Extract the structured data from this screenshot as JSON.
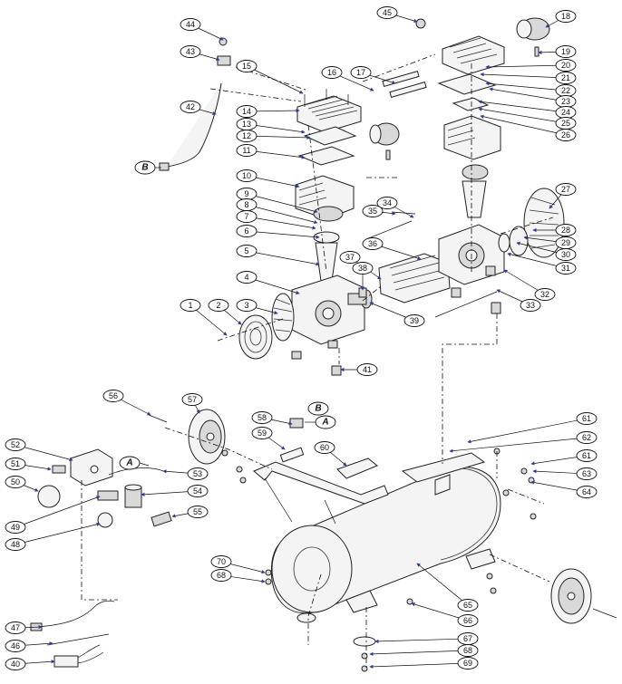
{
  "figure": {
    "connectors": [
      "A",
      "B"
    ],
    "callouts": [
      "1",
      "2",
      "3",
      "4",
      "5",
      "6",
      "7",
      "8",
      "9",
      "10",
      "11",
      "12",
      "13",
      "14",
      "15",
      "16",
      "17",
      "18",
      "19",
      "20",
      "21",
      "22",
      "23",
      "24",
      "25",
      "26",
      "27",
      "28",
      "29",
      "30",
      "31",
      "32",
      "33",
      "34",
      "35",
      "36",
      "37",
      "38",
      "39",
      "40",
      "41",
      "42",
      "43",
      "44",
      "45",
      "46",
      "47",
      "48",
      "49",
      "50",
      "51",
      "52",
      "53",
      "54",
      "55",
      "56",
      "57",
      "58",
      "59",
      "60",
      "61",
      "62",
      "63",
      "64",
      "65",
      "66",
      "67",
      "68",
      "69",
      "70"
    ]
  },
  "labels": {
    "c1": "1",
    "c2": "2",
    "c3": "3",
    "c4": "4",
    "c5": "5",
    "c6": "6",
    "c7": "7",
    "c8": "8",
    "c9": "9",
    "c10": "10",
    "c11": "11",
    "c12": "12",
    "c13": "13",
    "c14": "14",
    "c15": "15",
    "c16": "16",
    "c17": "17",
    "c18": "18",
    "c19": "19",
    "c20": "20",
    "c21": "21",
    "c22": "22",
    "c23": "23",
    "c24": "24",
    "c25": "25",
    "c26": "26",
    "c27": "27",
    "c28": "28",
    "c29": "29",
    "c30": "30",
    "c31": "31",
    "c32": "32",
    "c33": "33",
    "c34": "34",
    "c35": "35",
    "c36": "36",
    "c37": "37",
    "c38": "38",
    "c39": "39",
    "c40": "40",
    "c41": "41",
    "c42": "42",
    "c43": "43",
    "c44": "44",
    "c45": "45",
    "c46": "46",
    "c47": "47",
    "c48": "48",
    "c49": "49",
    "c50": "50",
    "c51": "51",
    "c52": "52",
    "c53": "53",
    "c54": "54",
    "c55": "55",
    "c56": "56",
    "c57": "57",
    "c58": "58",
    "c59": "59",
    "c60": "60",
    "c61a": "61",
    "c61b": "61",
    "c62": "62",
    "c63": "63",
    "c64": "64",
    "c65": "65",
    "c66": "66",
    "c67": "67",
    "c68a": "68",
    "c68b": "68",
    "c69a": "69",
    "c69b": "69",
    "c70": "70",
    "connA1": "A",
    "connA2": "A",
    "connB1": "B",
    "connB2": "B"
  }
}
